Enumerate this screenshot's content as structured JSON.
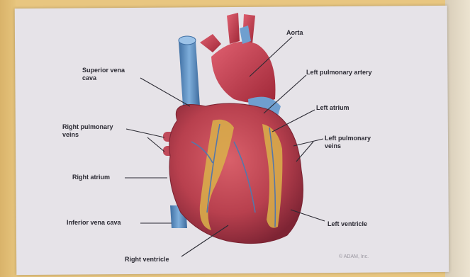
{
  "labels": {
    "aorta": "Aorta",
    "superior_vena_cava": "Superior vena\ncava",
    "left_pulmonary_artery": "Left pulmonary artery",
    "left_atrium": "Left atrium",
    "right_pulmonary_veins": "Right pulmonary\nveins",
    "left_pulmonary_veins": "Left pulmonary\nveins",
    "right_atrium": "Right atrium",
    "inferior_vena_cava": "Inferior vena cava",
    "left_ventricle": "Left ventricle",
    "right_ventricle": "Right ventricle"
  },
  "copyright": "© ADAM, Inc.",
  "colors": {
    "vein": "#5b8fc4",
    "artery": "#c23a4a",
    "muscle": "#b84250",
    "fat": "#d9b24a",
    "leader": "#2b2a33"
  }
}
